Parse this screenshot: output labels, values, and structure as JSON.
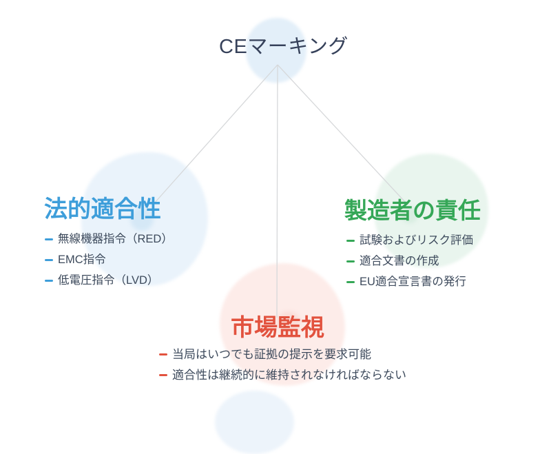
{
  "diagram": {
    "title": "CEマーキング",
    "branches": {
      "legal": {
        "heading": "法的適合性",
        "accent_color": "#3E9EDA",
        "items": [
          "無線機器指令（RED）",
          "EMC指令",
          "低電圧指令（LVD）"
        ]
      },
      "manufacturer": {
        "heading": "製造者の責任",
        "accent_color": "#35A757",
        "items": [
          "試験およびリスク評価",
          "適合文書の作成",
          "EU適合宣言書の発行"
        ]
      },
      "market": {
        "heading": "市場監視",
        "accent_color": "#E2523E",
        "items": [
          "当局はいつでも証拠の提示を要求可能",
          "適合性は継続的に維持されなければならない"
        ]
      }
    },
    "colors": {
      "background": "#FFFFFF",
      "title_text": "#36415A",
      "body_text": "#3D4A5C",
      "connector_line": "#D6D8DA",
      "blob_blue_top": "#E3EFF9",
      "blob_blue_left": "#EAF3FB",
      "blob_green": "#E9F5EE",
      "blob_pink": "#FDECE9",
      "blob_blue_bottom": "#EDF4FB"
    }
  }
}
